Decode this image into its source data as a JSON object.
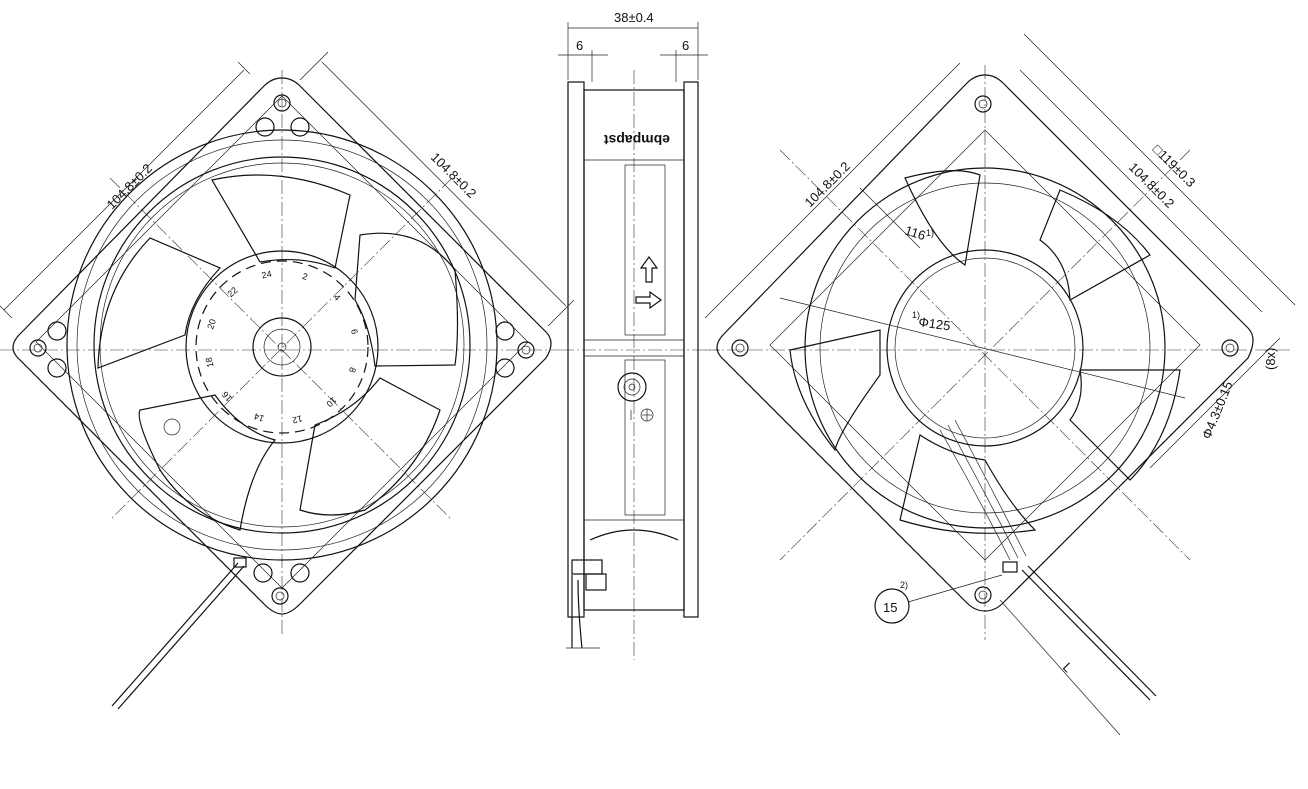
{
  "front_view": {
    "dim_width": "104.8±0.2",
    "dim_height": "104.8±0.2",
    "scale_labels": [
      "2",
      "4",
      "6",
      "8",
      "10",
      "12",
      "14",
      "16",
      "18",
      "20",
      "22",
      "24"
    ]
  },
  "side_view": {
    "dim_depth": "38±0.4",
    "dim_flange_left": "6",
    "dim_flange_right": "6",
    "brand": "ebmpapst"
  },
  "rear_view": {
    "dim_width": "104.8±0.2",
    "dim_height": "104.8±0.2",
    "dim_square": "□119±0.3",
    "dim_116": "116",
    "dim_116_note": "1)",
    "dim_dia": "Φ125",
    "dim_dia_note": "1)",
    "dim_hole": "Φ4.3±0.15",
    "dim_hole_count": "(8x)",
    "label_L": "L",
    "callout_value": "15",
    "callout_note": "2)"
  },
  "colors": {
    "line": "#111111",
    "background": "#ffffff"
  }
}
